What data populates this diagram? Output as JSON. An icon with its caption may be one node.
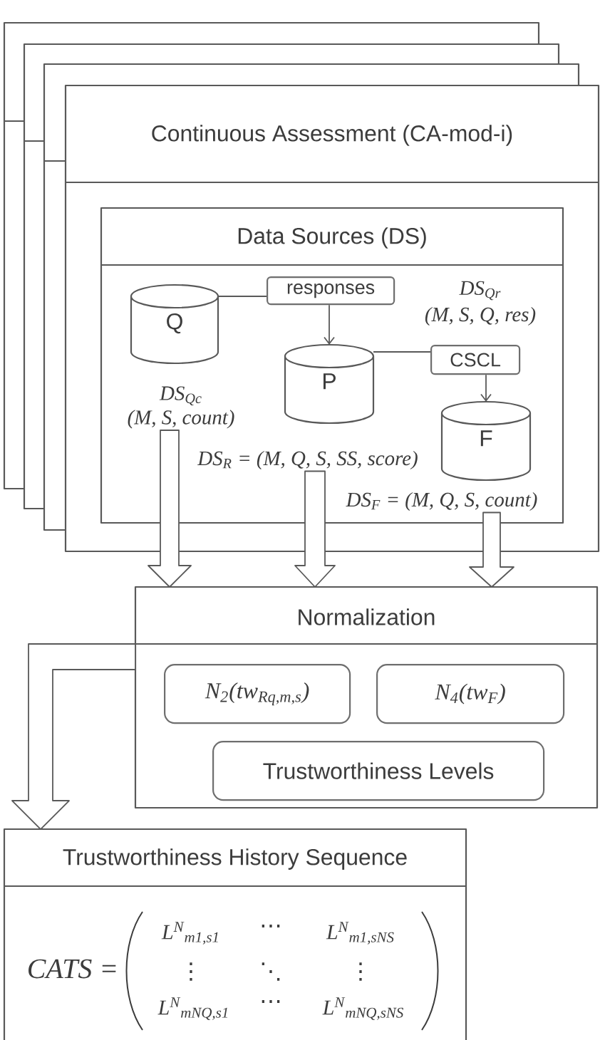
{
  "diagram": {
    "nodes": [
      {
        "text": [
          "Continuous Assessment (CA-mod-i)"
        ]
      },
      {
        "text": [
          "Data Sources (DS)"
        ],
        "in": 0
      },
      {
        "text": [
          "Q"
        ],
        "in": 1
      },
      {
        "text": [
          "responses"
        ],
        "in": 1
      },
      {
        "text": [
          "P"
        ],
        "in": 1
      },
      {
        "text": [
          "CSCL"
        ],
        "in": 1
      },
      {
        "text": [
          "F"
        ],
        "in": 1
      },
      {
        "text": [
          "DS$_{Qc}$",
          "(M, S, count)"
        ],
        "in": 1
      },
      {
        "text": [
          "DS$_{R}$ = (M, Q, S, SS, score)"
        ],
        "in": 1
      },
      {
        "text": [
          "DS$_{F}$ = (M, Q, S, count)"
        ],
        "in": 1
      },
      {
        "text": [
          "Normalization"
        ]
      },
      {
        "text": [
          "N$_{2}$(tw$_{Rq,m,s}$)"
        ],
        "in": 10
      },
      {
        "text": [
          "N$_{4}$(tw$_{F}$)"
        ],
        "in": 10
      },
      {
        "text": [
          "Trustworthiness Levels"
        ],
        "in": 10
      },
      {
        "text": [
          "Trustworthiness History Sequence"
        ]
      }
    ],
    "edges": [
      {
        "from": 2,
        "to": 3,
        "arrow": "none"
      },
      {
        "from": 3,
        "to": 4,
        "arrow": "to"
      },
      {
        "from": 4,
        "to": 5,
        "arrow": "none"
      },
      {
        "from": 5,
        "to": 6,
        "arrow": "to"
      },
      {
        "from": 7,
        "to": 10,
        "arrow": "to",
        "style": "thick"
      },
      {
        "from": 8,
        "to": 10,
        "arrow": "to",
        "style": "thick"
      },
      {
        "from": 9,
        "to": 10,
        "arrow": "to",
        "style": "thick"
      },
      {
        "from": 10,
        "to": 14,
        "arrow": "to",
        "style": "thick"
      }
    ],
    "labels": [
      "DS$_{Qr}$",
      "(M, S, Q, res)",
      "CATS =",
      "L$^{N}$$_{m1,s1}$",
      "⋯",
      "L$^{N}$$_{m1,sNS}$",
      "⋮",
      "⋱",
      "⋮",
      "L$^{N}$$_{mNQ,s1}$",
      "⋯",
      "L$^{N}$$_{mNQ,sNS}$"
    ]
  }
}
